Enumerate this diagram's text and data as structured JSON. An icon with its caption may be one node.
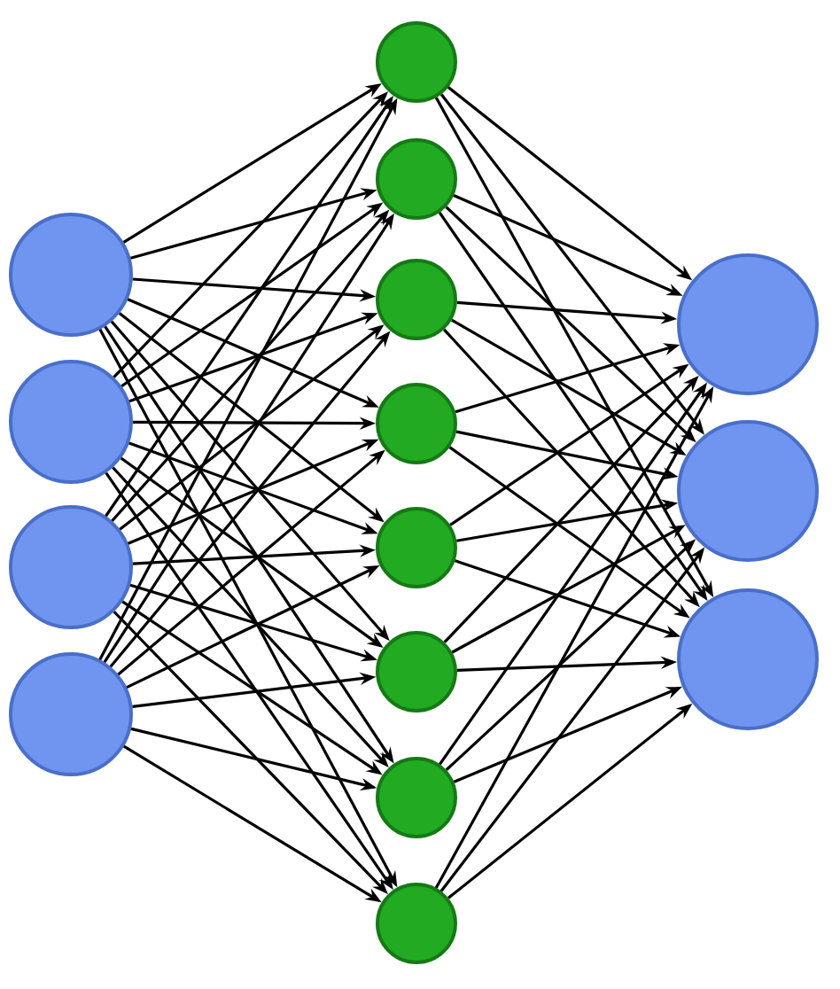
{
  "diagram": {
    "nodes": [
      {
        "text": [],
        "shape": "circle"
      },
      {
        "text": [],
        "shape": "circle"
      },
      {
        "text": [],
        "shape": "circle"
      },
      {
        "text": [],
        "shape": "circle"
      },
      {
        "text": [],
        "shape": "circle"
      },
      {
        "text": [],
        "shape": "circle"
      },
      {
        "text": [],
        "shape": "circle"
      },
      {
        "text": [],
        "shape": "circle"
      },
      {
        "text": [],
        "shape": "circle"
      },
      {
        "text": [],
        "shape": "circle"
      },
      {
        "text": [],
        "shape": "circle"
      },
      {
        "text": [],
        "shape": "circle"
      },
      {
        "text": [],
        "shape": "circle"
      },
      {
        "text": [],
        "shape": "circle"
      },
      {
        "text": [],
        "shape": "circle"
      }
    ],
    "edges": [
      {
        "from": 0,
        "to": 4,
        "arrow": "to"
      },
      {
        "from": 0,
        "to": 5,
        "arrow": "to"
      },
      {
        "from": 0,
        "to": 6,
        "arrow": "to"
      },
      {
        "from": 0,
        "to": 7,
        "arrow": "to"
      },
      {
        "from": 0,
        "to": 8,
        "arrow": "to"
      },
      {
        "from": 0,
        "to": 9,
        "arrow": "to"
      },
      {
        "from": 0,
        "to": 10,
        "arrow": "to"
      },
      {
        "from": 0,
        "to": 11,
        "arrow": "to"
      },
      {
        "from": 1,
        "to": 4,
        "arrow": "to"
      },
      {
        "from": 1,
        "to": 5,
        "arrow": "to"
      },
      {
        "from": 1,
        "to": 6,
        "arrow": "to"
      },
      {
        "from": 1,
        "to": 7,
        "arrow": "to"
      },
      {
        "from": 1,
        "to": 8,
        "arrow": "to"
      },
      {
        "from": 1,
        "to": 9,
        "arrow": "to"
      },
      {
        "from": 1,
        "to": 10,
        "arrow": "to"
      },
      {
        "from": 1,
        "to": 11,
        "arrow": "to"
      },
      {
        "from": 2,
        "to": 4,
        "arrow": "to"
      },
      {
        "from": 2,
        "to": 5,
        "arrow": "to"
      },
      {
        "from": 2,
        "to": 6,
        "arrow": "to"
      },
      {
        "from": 2,
        "to": 7,
        "arrow": "to"
      },
      {
        "from": 2,
        "to": 8,
        "arrow": "to"
      },
      {
        "from": 2,
        "to": 9,
        "arrow": "to"
      },
      {
        "from": 2,
        "to": 10,
        "arrow": "to"
      },
      {
        "from": 2,
        "to": 11,
        "arrow": "to"
      },
      {
        "from": 3,
        "to": 4,
        "arrow": "to"
      },
      {
        "from": 3,
        "to": 5,
        "arrow": "to"
      },
      {
        "from": 3,
        "to": 6,
        "arrow": "to"
      },
      {
        "from": 3,
        "to": 7,
        "arrow": "to"
      },
      {
        "from": 3,
        "to": 8,
        "arrow": "to"
      },
      {
        "from": 3,
        "to": 9,
        "arrow": "to"
      },
      {
        "from": 3,
        "to": 10,
        "arrow": "to"
      },
      {
        "from": 3,
        "to": 11,
        "arrow": "to"
      },
      {
        "from": 4,
        "to": 12,
        "arrow": "to"
      },
      {
        "from": 4,
        "to": 13,
        "arrow": "to"
      },
      {
        "from": 4,
        "to": 14,
        "arrow": "to"
      },
      {
        "from": 5,
        "to": 12,
        "arrow": "to"
      },
      {
        "from": 5,
        "to": 13,
        "arrow": "to"
      },
      {
        "from": 5,
        "to": 14,
        "arrow": "to"
      },
      {
        "from": 6,
        "to": 12,
        "arrow": "to"
      },
      {
        "from": 6,
        "to": 13,
        "arrow": "to"
      },
      {
        "from": 6,
        "to": 14,
        "arrow": "to"
      },
      {
        "from": 7,
        "to": 12,
        "arrow": "to"
      },
      {
        "from": 7,
        "to": 13,
        "arrow": "to"
      },
      {
        "from": 7,
        "to": 14,
        "arrow": "to"
      },
      {
        "from": 8,
        "to": 12,
        "arrow": "to"
      },
      {
        "from": 8,
        "to": 13,
        "arrow": "to"
      },
      {
        "from": 8,
        "to": 14,
        "arrow": "to"
      },
      {
        "from": 9,
        "to": 12,
        "arrow": "to"
      },
      {
        "from": 9,
        "to": 13,
        "arrow": "to"
      },
      {
        "from": 9,
        "to": 14,
        "arrow": "to"
      },
      {
        "from": 10,
        "to": 12,
        "arrow": "to"
      },
      {
        "from": 10,
        "to": 13,
        "arrow": "to"
      },
      {
        "from": 10,
        "to": 14,
        "arrow": "to"
      },
      {
        "from": 11,
        "to": 12,
        "arrow": "to"
      },
      {
        "from": 11,
        "to": 13,
        "arrow": "to"
      },
      {
        "from": 11,
        "to": 14,
        "arrow": "to"
      }
    ]
  }
}
